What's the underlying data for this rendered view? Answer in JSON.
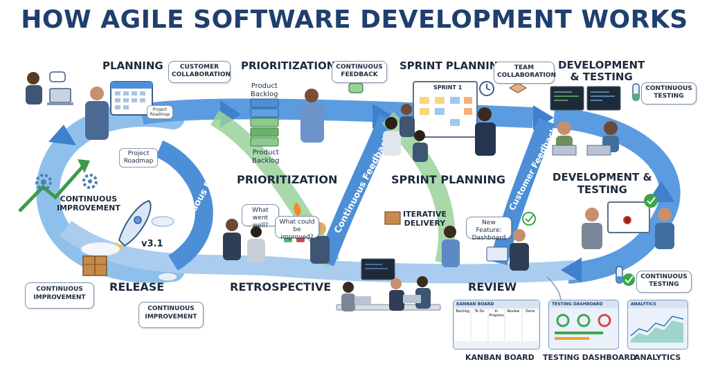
{
  "title": "HOW AGILE SOFTWARE DEVELOPMENT WORKS",
  "colors": {
    "title": "#1f3f6e",
    "loop_blue": "#4c8fd6",
    "loop_light": "#a9ccef",
    "loop_green": "#9ad29a",
    "text": "#1c2a3e"
  },
  "stages": {
    "planning": "PLANNING",
    "prioritization_top": "PRIORITIZATION",
    "sprint_planning_top": "SPRINT PLANNING",
    "dev_testing_top": "DEVELOPMENT\n& TESTING",
    "prioritization_mid": "PRIORITIZATION",
    "sprint_planning_mid": "SPRINT PLANNING",
    "dev_testing_mid": "DEVELOPMENT &\nTESTING",
    "release": "RELEASE",
    "retrospective": "RETROSPECTIVE",
    "review": "REVIEW"
  },
  "bubbles": {
    "customer_collaboration": "CUSTOMER\nCOLLABORATION",
    "continuous_feedback": "CONTINUOUS\nFEEDBACK",
    "team_collaboration": "TEAM\nCOLLABORATION",
    "continuous_testing_top": "CONTINUOUS\nTESTING",
    "continuous_testing_bottom": "CONTINUOUS\nTESTING",
    "continuous_improvement_left": "CONTINUOUS\nIMPROVEMENT",
    "continuous_improvement_box1": "CONTINUOUS\nIMPROVEMENT",
    "continuous_improvement_box2": "CONTINUOUS\nIMPROVEMENT",
    "iterative_delivery": "ITERATIVE\nDELIVERY",
    "what_went_well": "What went\nwell?",
    "what_could_be_improved": "What could\nbe improved?",
    "new_feature": "New Feature:\nDashboard"
  },
  "notes": {
    "project_roadmap": "Project\nRoadmap",
    "project_roadmap_small": "Project\nRoadmap",
    "product_backlog_top": "Product\nBacklog",
    "product_backlog_bottom": "Product\nBacklog",
    "sprint_board": "SPRINT 1",
    "version": "v3.1"
  },
  "loop_labels": {
    "continuous_feedback_1": "Continuous Feedback",
    "continuous_feedback_2": "Continuous Feedback",
    "customer_feedback": "Customer Feedback"
  },
  "panels": {
    "kanban": {
      "header": "KANBAN BOARD",
      "label": "KANBAN BOARD",
      "columns": [
        "Backlog",
        "To Do",
        "In Progress",
        "Review",
        "Done"
      ]
    },
    "testing": {
      "header": "TESTING DASHBOARD",
      "label": "TESTING DASHBOARD"
    },
    "analytics": {
      "header": "ANALYTICS",
      "label": "ANALYTICS"
    }
  },
  "icons": [
    "calendar-icon",
    "laptop-icon",
    "gear-icon",
    "rocket-icon",
    "package-icon",
    "cloud-icon",
    "clock-icon",
    "handshake-icon",
    "chat-icon",
    "checkmark-icon",
    "test-tube-icon",
    "bug-icon",
    "fire-icon",
    "thumbs-up-icon",
    "server-stack-icon",
    "monitor-icon"
  ]
}
